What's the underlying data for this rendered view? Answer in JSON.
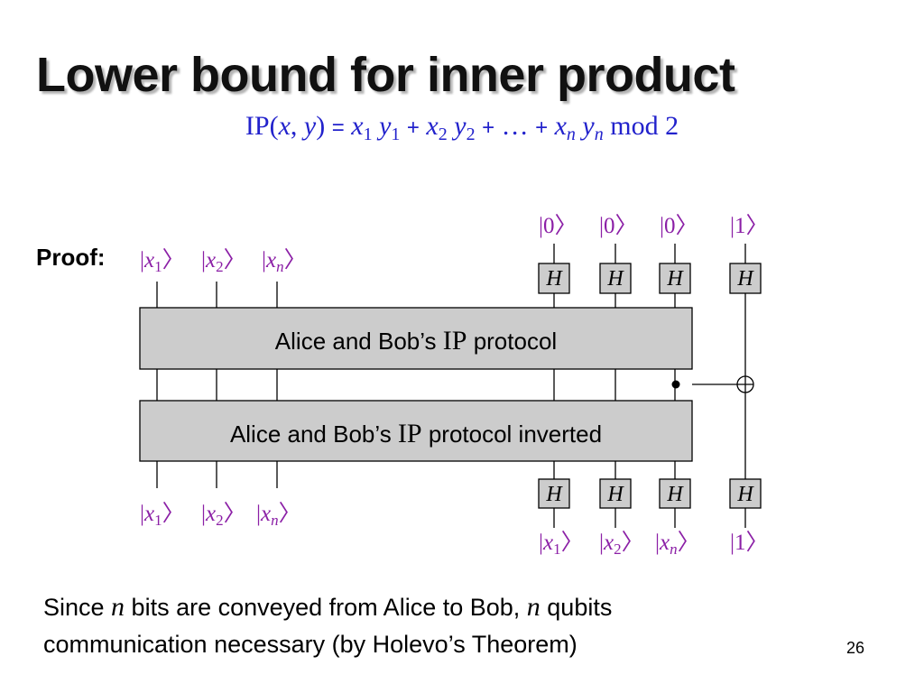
{
  "slide": {
    "title": "Lower bound for inner product",
    "page_number": "26"
  },
  "formula": {
    "ip": "IP(",
    "x": "x",
    "comma": ", ",
    "y": "y",
    "close": ")",
    "eq": "=",
    "x1": "x",
    "x1_sub": "1",
    "y1": "y",
    "y1_sub": "1",
    "plus1": "+",
    "x2": "x",
    "x2_sub": "2",
    "y2": "y",
    "y2_sub": "2",
    "plus2": "+",
    "ellipsis": "…",
    "plus3": "+",
    "xn": "x",
    "xn_sub": "n",
    "yn": "y",
    "yn_sub": "n",
    "mod": "mod 2"
  },
  "diagram": {
    "proof_label": "Proof:",
    "input_kets": {
      "x1": {
        "base": "x",
        "sub": "1"
      },
      "x2": {
        "base": "x",
        "sub": "2"
      },
      "xn": {
        "base": "x",
        "sub": "n"
      }
    },
    "ancilla_kets": [
      "0",
      "0",
      "0",
      "1"
    ],
    "gate_label": "H",
    "box_top": {
      "pre": "Alice and Bob’s ",
      "ip": "IP",
      "post": " protocol"
    },
    "box_bottom": {
      "pre": "Alice and Bob’s ",
      "ip": "IP",
      "post": " protocol inverted"
    },
    "output_kets_left": {
      "x1": {
        "base": "x",
        "sub": "1"
      },
      "x2": {
        "base": "x",
        "sub": "2"
      },
      "xn": {
        "base": "x",
        "sub": "n"
      }
    },
    "output_kets_right": {
      "x1": {
        "base": "x",
        "sub": "1"
      },
      "x2": {
        "base": "x",
        "sub": "2"
      },
      "xn": {
        "base": "x",
        "sub": "n"
      },
      "one": "1"
    },
    "colors": {
      "ket": "#8b1fa6",
      "formula": "#2222cc",
      "box_fill": "#cccccc",
      "line": "#000000"
    }
  },
  "conclusion": {
    "pre": "Since ",
    "n1": "n",
    "mid": " bits are conveyed from Alice to Bob, ",
    "n2": "n",
    "post1": " qubits",
    "line2": "communication necessary (by Holevo’s Theorem)"
  }
}
